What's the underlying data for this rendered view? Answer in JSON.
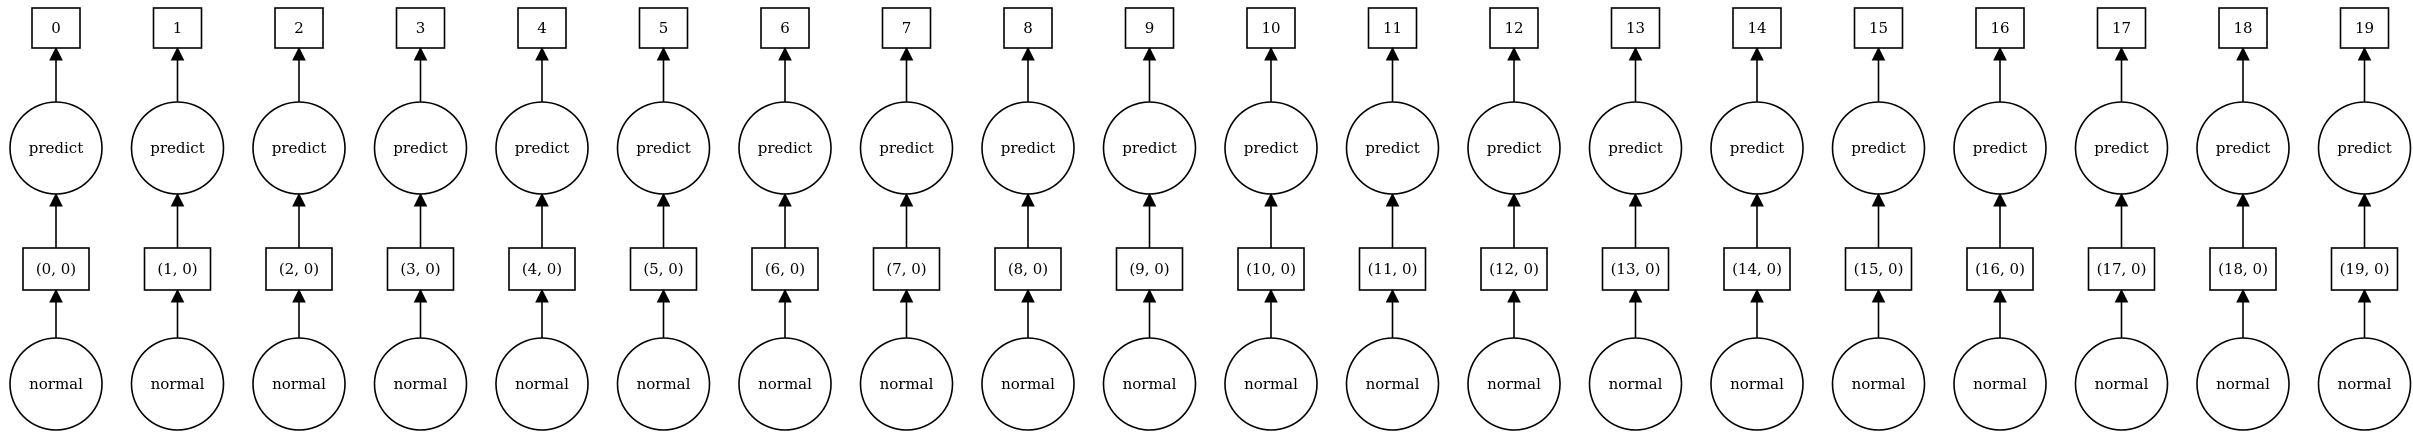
{
  "graph": {
    "columns": [
      {
        "output": "0",
        "task": "predict",
        "key": "(0, 0)",
        "source": "normal"
      },
      {
        "output": "1",
        "task": "predict",
        "key": "(1, 0)",
        "source": "normal"
      },
      {
        "output": "2",
        "task": "predict",
        "key": "(2, 0)",
        "source": "normal"
      },
      {
        "output": "3",
        "task": "predict",
        "key": "(3, 0)",
        "source": "normal"
      },
      {
        "output": "4",
        "task": "predict",
        "key": "(4, 0)",
        "source": "normal"
      },
      {
        "output": "5",
        "task": "predict",
        "key": "(5, 0)",
        "source": "normal"
      },
      {
        "output": "6",
        "task": "predict",
        "key": "(6, 0)",
        "source": "normal"
      },
      {
        "output": "7",
        "task": "predict",
        "key": "(7, 0)",
        "source": "normal"
      },
      {
        "output": "8",
        "task": "predict",
        "key": "(8, 0)",
        "source": "normal"
      },
      {
        "output": "9",
        "task": "predict",
        "key": "(9, 0)",
        "source": "normal"
      },
      {
        "output": "10",
        "task": "predict",
        "key": "(10, 0)",
        "source": "normal"
      },
      {
        "output": "11",
        "task": "predict",
        "key": "(11, 0)",
        "source": "normal"
      },
      {
        "output": "12",
        "task": "predict",
        "key": "(12, 0)",
        "source": "normal"
      },
      {
        "output": "13",
        "task": "predict",
        "key": "(13, 0)",
        "source": "normal"
      },
      {
        "output": "14",
        "task": "predict",
        "key": "(14, 0)",
        "source": "normal"
      },
      {
        "output": "15",
        "task": "predict",
        "key": "(15, 0)",
        "source": "normal"
      },
      {
        "output": "16",
        "task": "predict",
        "key": "(16, 0)",
        "source": "normal"
      },
      {
        "output": "17",
        "task": "predict",
        "key": "(17, 0)",
        "source": "normal"
      },
      {
        "output": "18",
        "task": "predict",
        "key": "(18, 0)",
        "source": "normal"
      },
      {
        "output": "19",
        "task": "predict",
        "key": "(19, 0)",
        "source": "normal"
      }
    ]
  },
  "colors": {
    "background": "#ffffff",
    "stroke": "#000000",
    "text": "#000000"
  }
}
